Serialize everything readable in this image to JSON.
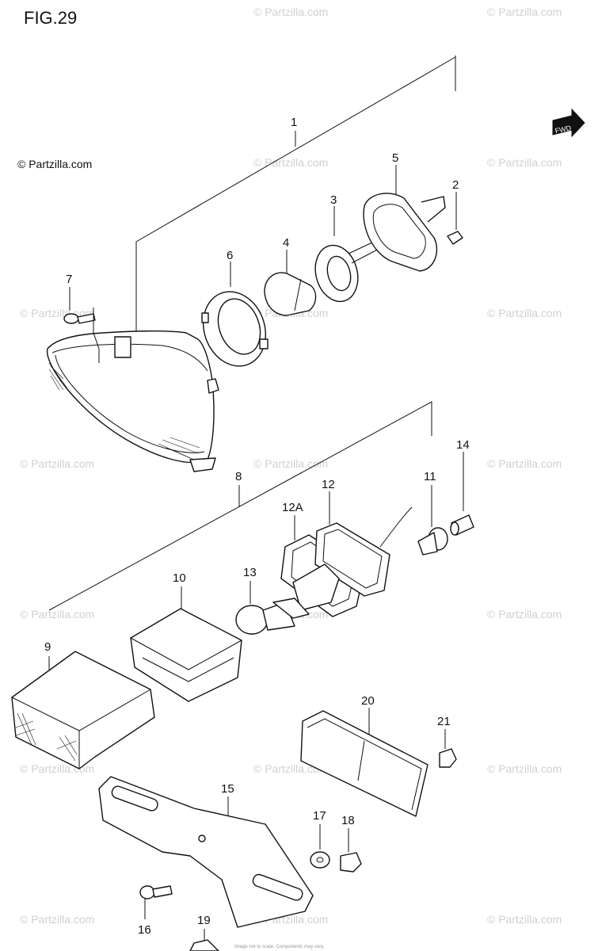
{
  "figure": {
    "title": "FIG.29",
    "copyright": "© Partzilla.com",
    "watermark": "© Partzilla.com",
    "direction_arrow": "FWD",
    "footer": "Image not to scale. Components may vary."
  },
  "callouts": {
    "p1": "1",
    "p2": "2",
    "p3": "3",
    "p4": "4",
    "p5": "5",
    "p6": "6",
    "p7": "7",
    "p8": "8",
    "p9": "9",
    "p10": "10",
    "p11": "11",
    "p12": "12",
    "p12a": "12A",
    "p13": "13",
    "p14": "14",
    "p15": "15",
    "p16": "16",
    "p17": "17",
    "p18": "18",
    "p19": "19",
    "p20": "20",
    "p21": "21"
  }
}
